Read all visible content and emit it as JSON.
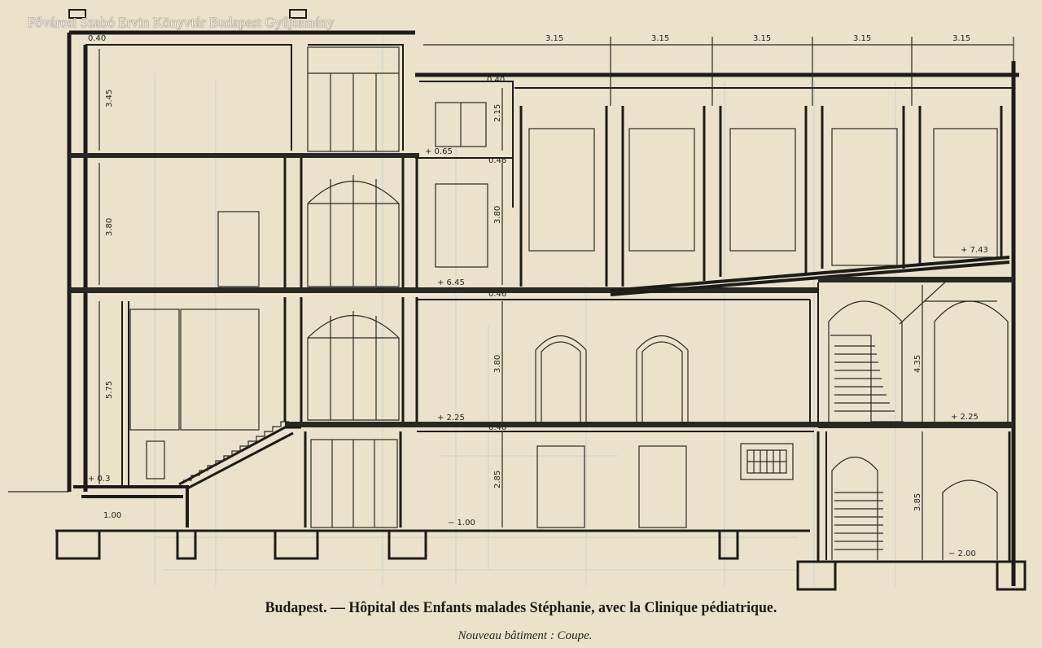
{
  "watermark": "Fővárosi Szabó Ervin Könyvtár Budapest Gyűjtemény",
  "caption": {
    "title": "Budapest. — Hôpital des Enfants malades Stéphanie, avec la Clinique pédiatrique.",
    "subtitle": "Nouveau bâtiment : Coupe."
  },
  "dimensions": {
    "bays": [
      "3.15",
      "3.15",
      "3.15",
      "3.15",
      "3.15"
    ],
    "left_heights": [
      "3.45",
      "3.80",
      "5.75"
    ],
    "middle_heights": [
      "2.15",
      "3.80",
      "3.80",
      "2.85"
    ],
    "right_heights": [
      "4.35",
      "3.85"
    ],
    "levels": {
      "l645": "+ 6.45",
      "l743": "+ 7.43",
      "l225a": "+ 2.25",
      "l225b": "+ 2.25",
      "lm200": "− 2.00",
      "lm100": "− 1.00",
      "l100": "1.00",
      "l03": "+ 0.3",
      "l065": "+ 0.65",
      "t040": "0.40",
      "t040b": "0.40",
      "t046": "0.46",
      "t046b": "0.46",
      "t040c": "0.40"
    }
  }
}
